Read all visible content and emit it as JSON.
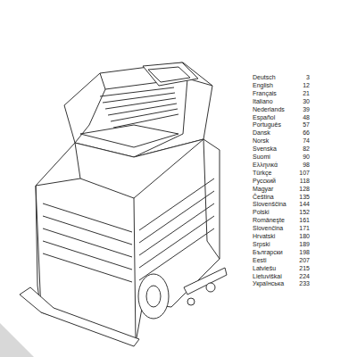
{
  "diagram": {
    "labels": [
      "Deutsch",
      "3",
      "English",
      "12",
      "Français",
      "21",
      "Italiano",
      "30",
      "Nederlands",
      "39",
      "Español",
      "48",
      "Português",
      "57",
      "Dansk",
      "66",
      "Norsk",
      "74",
      "Svenska",
      "82",
      "Suomi",
      "90",
      "Ελληνικά",
      "98",
      "Türkçe",
      "107",
      "Русский",
      "118",
      "Magyar",
      "128",
      "Čeština",
      "135",
      "Slovenščina",
      "144",
      "Polski",
      "152",
      "Româneşte",
      "161",
      "Slovenčina",
      "171",
      "Hrvatski",
      "180",
      "Srpski",
      "189",
      "Български",
      "198",
      "Eesti",
      "207",
      "Latviešu",
      "215",
      "Lietuviškai",
      "224",
      "Українська",
      "233"
    ]
  }
}
